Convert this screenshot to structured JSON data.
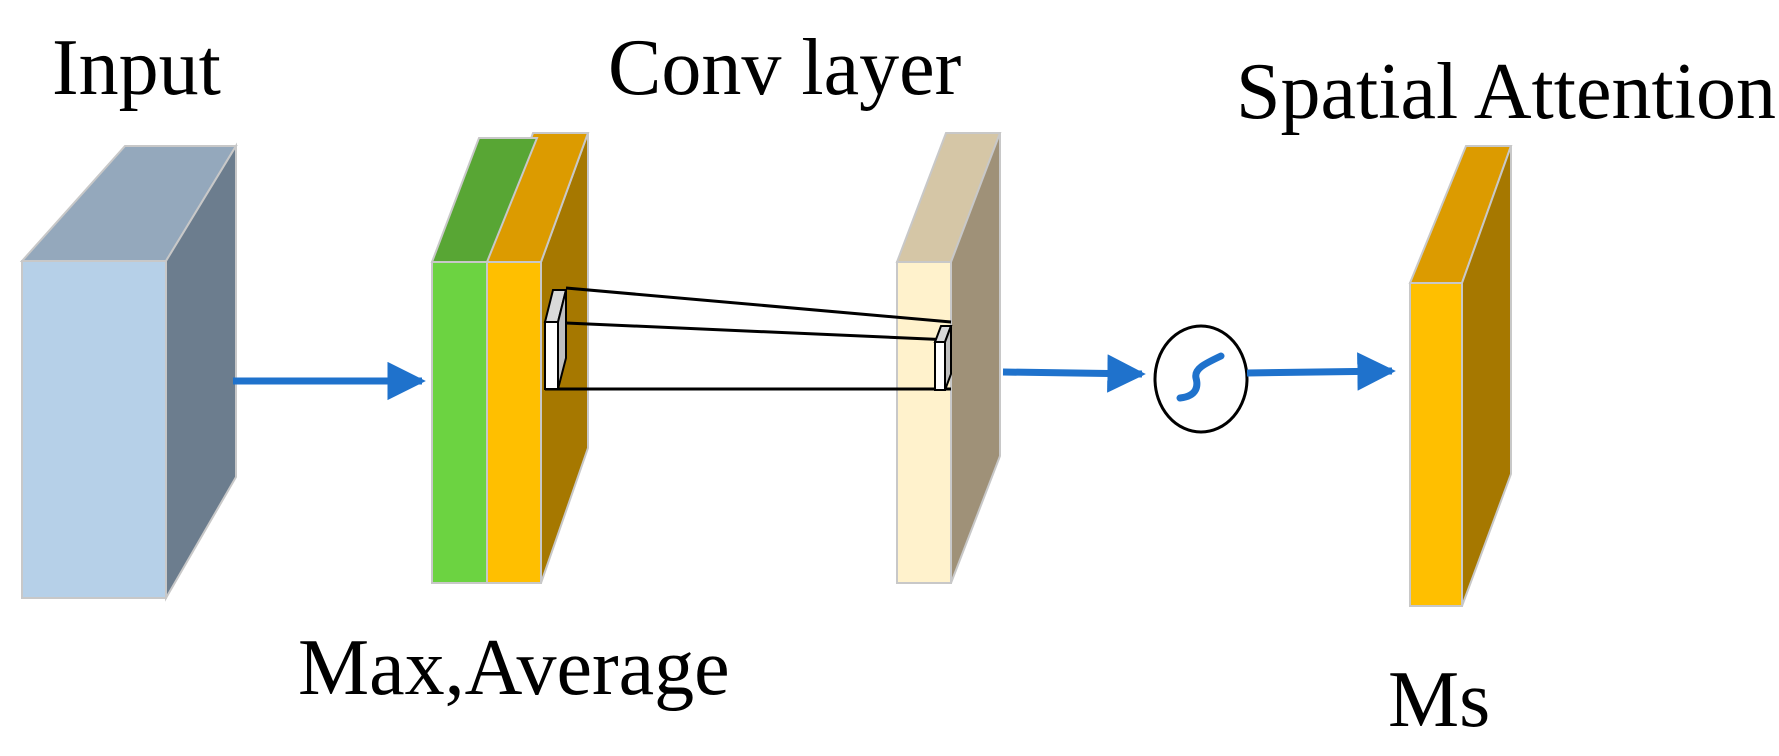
{
  "labels": {
    "input": "Input",
    "conv_layer": "Conv layer",
    "spatial_attention": "Spatial Attention",
    "max_average": "Max,Average",
    "ms": "Ms"
  },
  "colors": {
    "input_front": "#b6d0e8",
    "input_top": "#94a8bc",
    "input_side": "#6c7d8e",
    "green_front": "#6cd341",
    "green_top": "#58a634",
    "orange_front": "#ffbf00",
    "orange_top": "#dc9b00",
    "orange_side": "#a67800",
    "conv_front": "#fff2cc",
    "conv_top": "#d5c6a6",
    "conv_side": "#9f9178",
    "arrow": "#1f72cc",
    "outline": "#c8c8c8",
    "sigmoid_stroke": "#000000"
  },
  "icons": {
    "sigmoid": "sigmoid-icon"
  }
}
